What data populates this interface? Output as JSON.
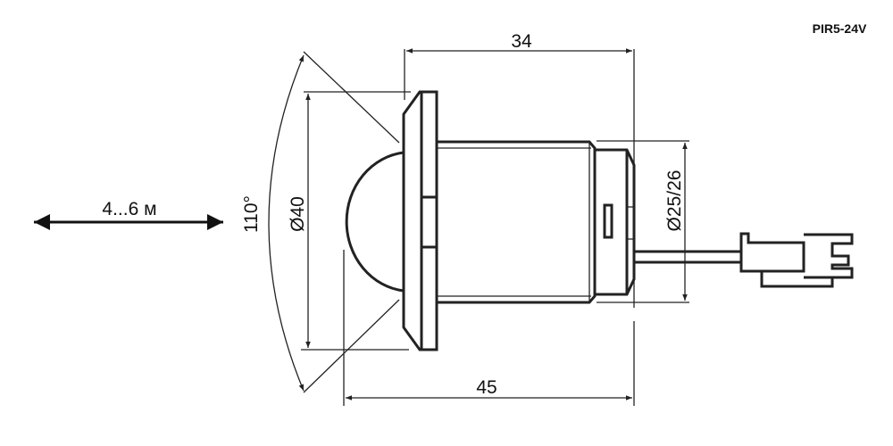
{
  "model": "PIR5-24V",
  "dimensions": {
    "length_body": "34",
    "length_total": "45",
    "diameter_flange": "Ø40",
    "diameter_mount": "Ø25/26",
    "detection_angle": "110°",
    "detection_range": "4...6 м"
  },
  "colors": {
    "line": "#222222",
    "background": "#ffffff"
  }
}
